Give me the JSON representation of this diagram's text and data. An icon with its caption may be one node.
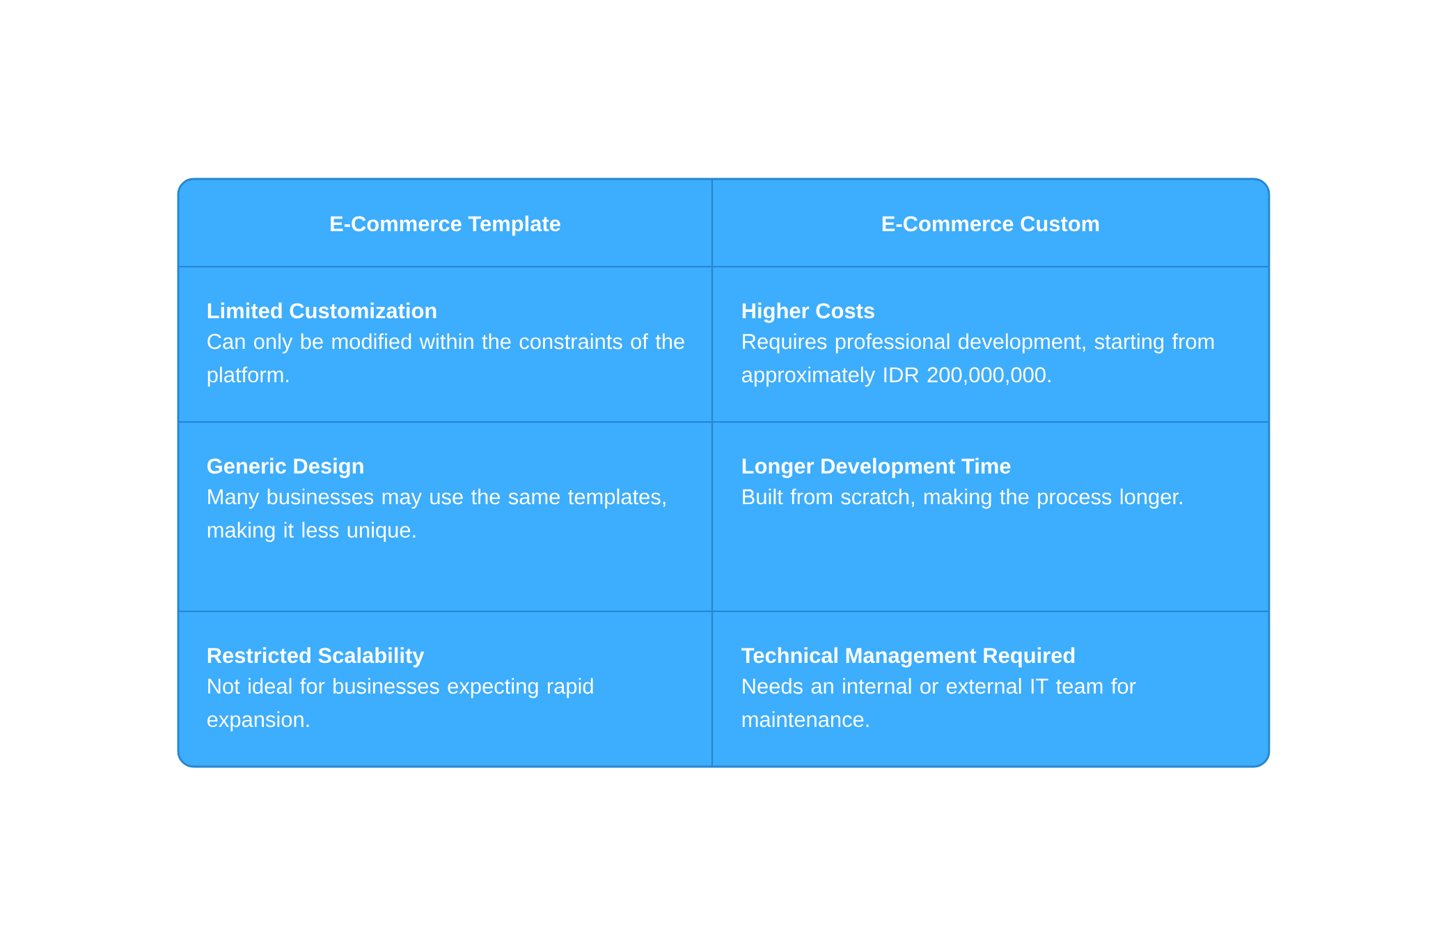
{
  "diagram": {
    "labels": [
      "E-Commerce Template",
      "E-Commerce Custom",
      "Limited Customization",
      "Can only be modified within the constraints of the platform.",
      "Higher Costs",
      "Requires professional development, starting from approximately IDR 200,000,000.",
      "Generic Design",
      "Many businesses may use the same templates, making it less unique.",
      "Longer Development Time",
      "Built from scratch, making the process longer.",
      "Restricted Scalability",
      "Not ideal for businesses expecting rapid expansion.",
      "Technical Management Required",
      "Needs an internal or external IT team for maintenance."
    ]
  }
}
